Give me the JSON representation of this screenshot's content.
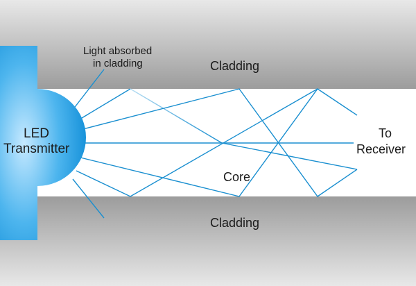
{
  "labels": {
    "absorbed_line1": "Light absorbed",
    "absorbed_line2": "in cladding",
    "cladding_top": "Cladding",
    "cladding_bottom": "Cladding",
    "core": "Core",
    "led_line1": "LED",
    "led_line2": "Transmitter",
    "receiver_line1": "To",
    "receiver_line2": "Receiver"
  },
  "colors": {
    "ray": "#1a8fd0",
    "ray_faded": "#9fd0ec",
    "led_light": "#bfe6ff",
    "led_dark": "#1593dc",
    "cladding_light": "#e6e6e6",
    "cladding_dark": "#9a9a9a",
    "text": "#1a1a1a"
  }
}
